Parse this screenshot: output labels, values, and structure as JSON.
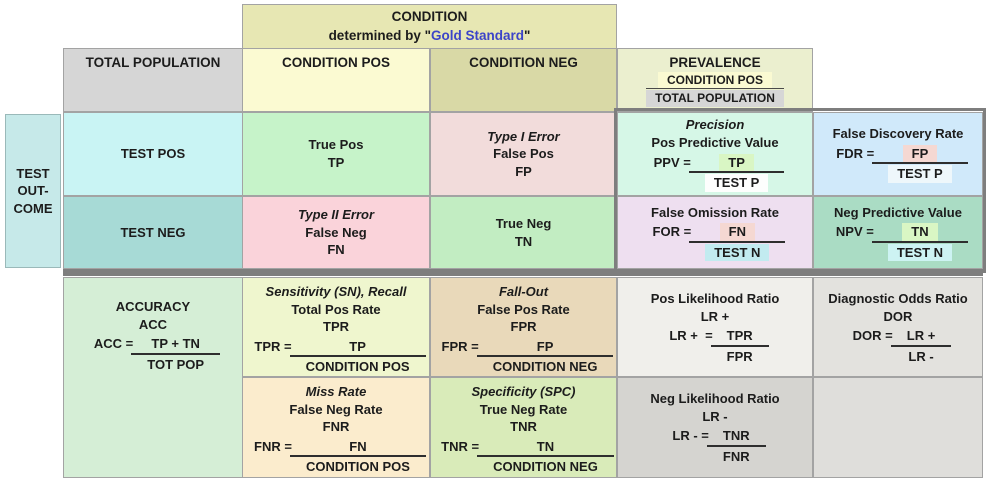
{
  "palette": {
    "condition_header": "#e7e7b3",
    "condition_pos": "#fbfad2",
    "condition_neg": "#d9d9a6",
    "total_population": "#d6d6d6",
    "prevalence": "#ebefcf",
    "test_outcome": "#c6e9e9",
    "test_pos": "#c9f4f4",
    "test_neg": "#a7dad6",
    "true_pos": "#c6f3c9",
    "false_pos": "#f2dcdb",
    "false_neg": "#fad3da",
    "true_neg": "#c2edc2",
    "gold_standard_text": "#3c44c8",
    "thick_frame": "#7e7e7e"
  },
  "header": {
    "condition_title": "CONDITION",
    "condition_sub_prefix": "determined by \"",
    "condition_sub_emphasis": "Gold Standard",
    "condition_sub_suffix": "\"",
    "total_population": "TOTAL POPULATION",
    "condition_pos": "CONDITION POS",
    "condition_neg": "CONDITION NEG",
    "prevalence": {
      "title": "PREVALENCE",
      "numerator": "CONDITION POS",
      "denominator": "TOTAL POPULATION"
    }
  },
  "test_outcome": {
    "line1": "TEST",
    "line2": "OUT-",
    "line3": "COME",
    "pos_label": "TEST POS",
    "neg_label": "TEST NEG"
  },
  "matrix": {
    "true_pos": {
      "name": "True Pos",
      "abbr": "TP"
    },
    "false_pos": {
      "tag": "Type I Error",
      "name": "False Pos",
      "abbr": "FP"
    },
    "false_neg": {
      "tag": "Type II Error",
      "name": "False Neg",
      "abbr": "FN"
    },
    "true_neg": {
      "name": "True Neg",
      "abbr": "TN"
    }
  },
  "metrics": {
    "ppv": {
      "tag": "Precision",
      "name": "Pos Predictive Value",
      "lhs": "PPV =",
      "num": "TP",
      "den": "TEST P"
    },
    "fdr": {
      "name": "False Discovery Rate",
      "lhs": "FDR =",
      "num": "FP",
      "den": "TEST P"
    },
    "for": {
      "name": "False Omission Rate",
      "lhs": "FOR =",
      "num": "FN",
      "den": "TEST N"
    },
    "npv": {
      "name": "Neg Predictive Value",
      "lhs": "NPV =",
      "num": "TN",
      "den": "TEST N"
    },
    "accuracy": {
      "name": "ACCURACY",
      "abbr": "ACC",
      "lhs": "ACC =",
      "num": "TP + TN",
      "den": "TOT POP"
    },
    "sensitivity": {
      "tag": "Sensitivity (SN), Recall",
      "name": "Total Pos Rate",
      "abbr": "TPR",
      "lhs": "TPR =",
      "num": "TP",
      "den": "CONDITION POS"
    },
    "fallout": {
      "tag": "Fall-Out",
      "name": "False Pos Rate",
      "abbr": "FPR",
      "lhs": "FPR =",
      "num": "FP",
      "den": "CONDITION NEG"
    },
    "miss_rate": {
      "tag": "Miss Rate",
      "name": "False Neg Rate",
      "abbr": "FNR",
      "lhs": "FNR =",
      "num": "FN",
      "den": "CONDITION POS"
    },
    "specificity": {
      "tag": "Specificity (SPC)",
      "name": "True Neg Rate",
      "abbr": "TNR",
      "lhs": "TNR =",
      "num": "TN",
      "den": "CONDITION NEG"
    },
    "pos_lr": {
      "name": "Pos Likelihood Ratio",
      "abbr": "LR +",
      "lhs": "LR +  =",
      "num": "TPR",
      "den": "FPR"
    },
    "dor": {
      "name": "Diagnostic Odds Ratio",
      "abbr": "DOR",
      "lhs": "DOR =",
      "num": "LR +",
      "den": "LR -"
    },
    "neg_lr": {
      "name": "Neg Likelihood Ratio",
      "abbr": "LR -",
      "lhs": "LR - =",
      "num": "TNR",
      "den": "FNR"
    }
  }
}
